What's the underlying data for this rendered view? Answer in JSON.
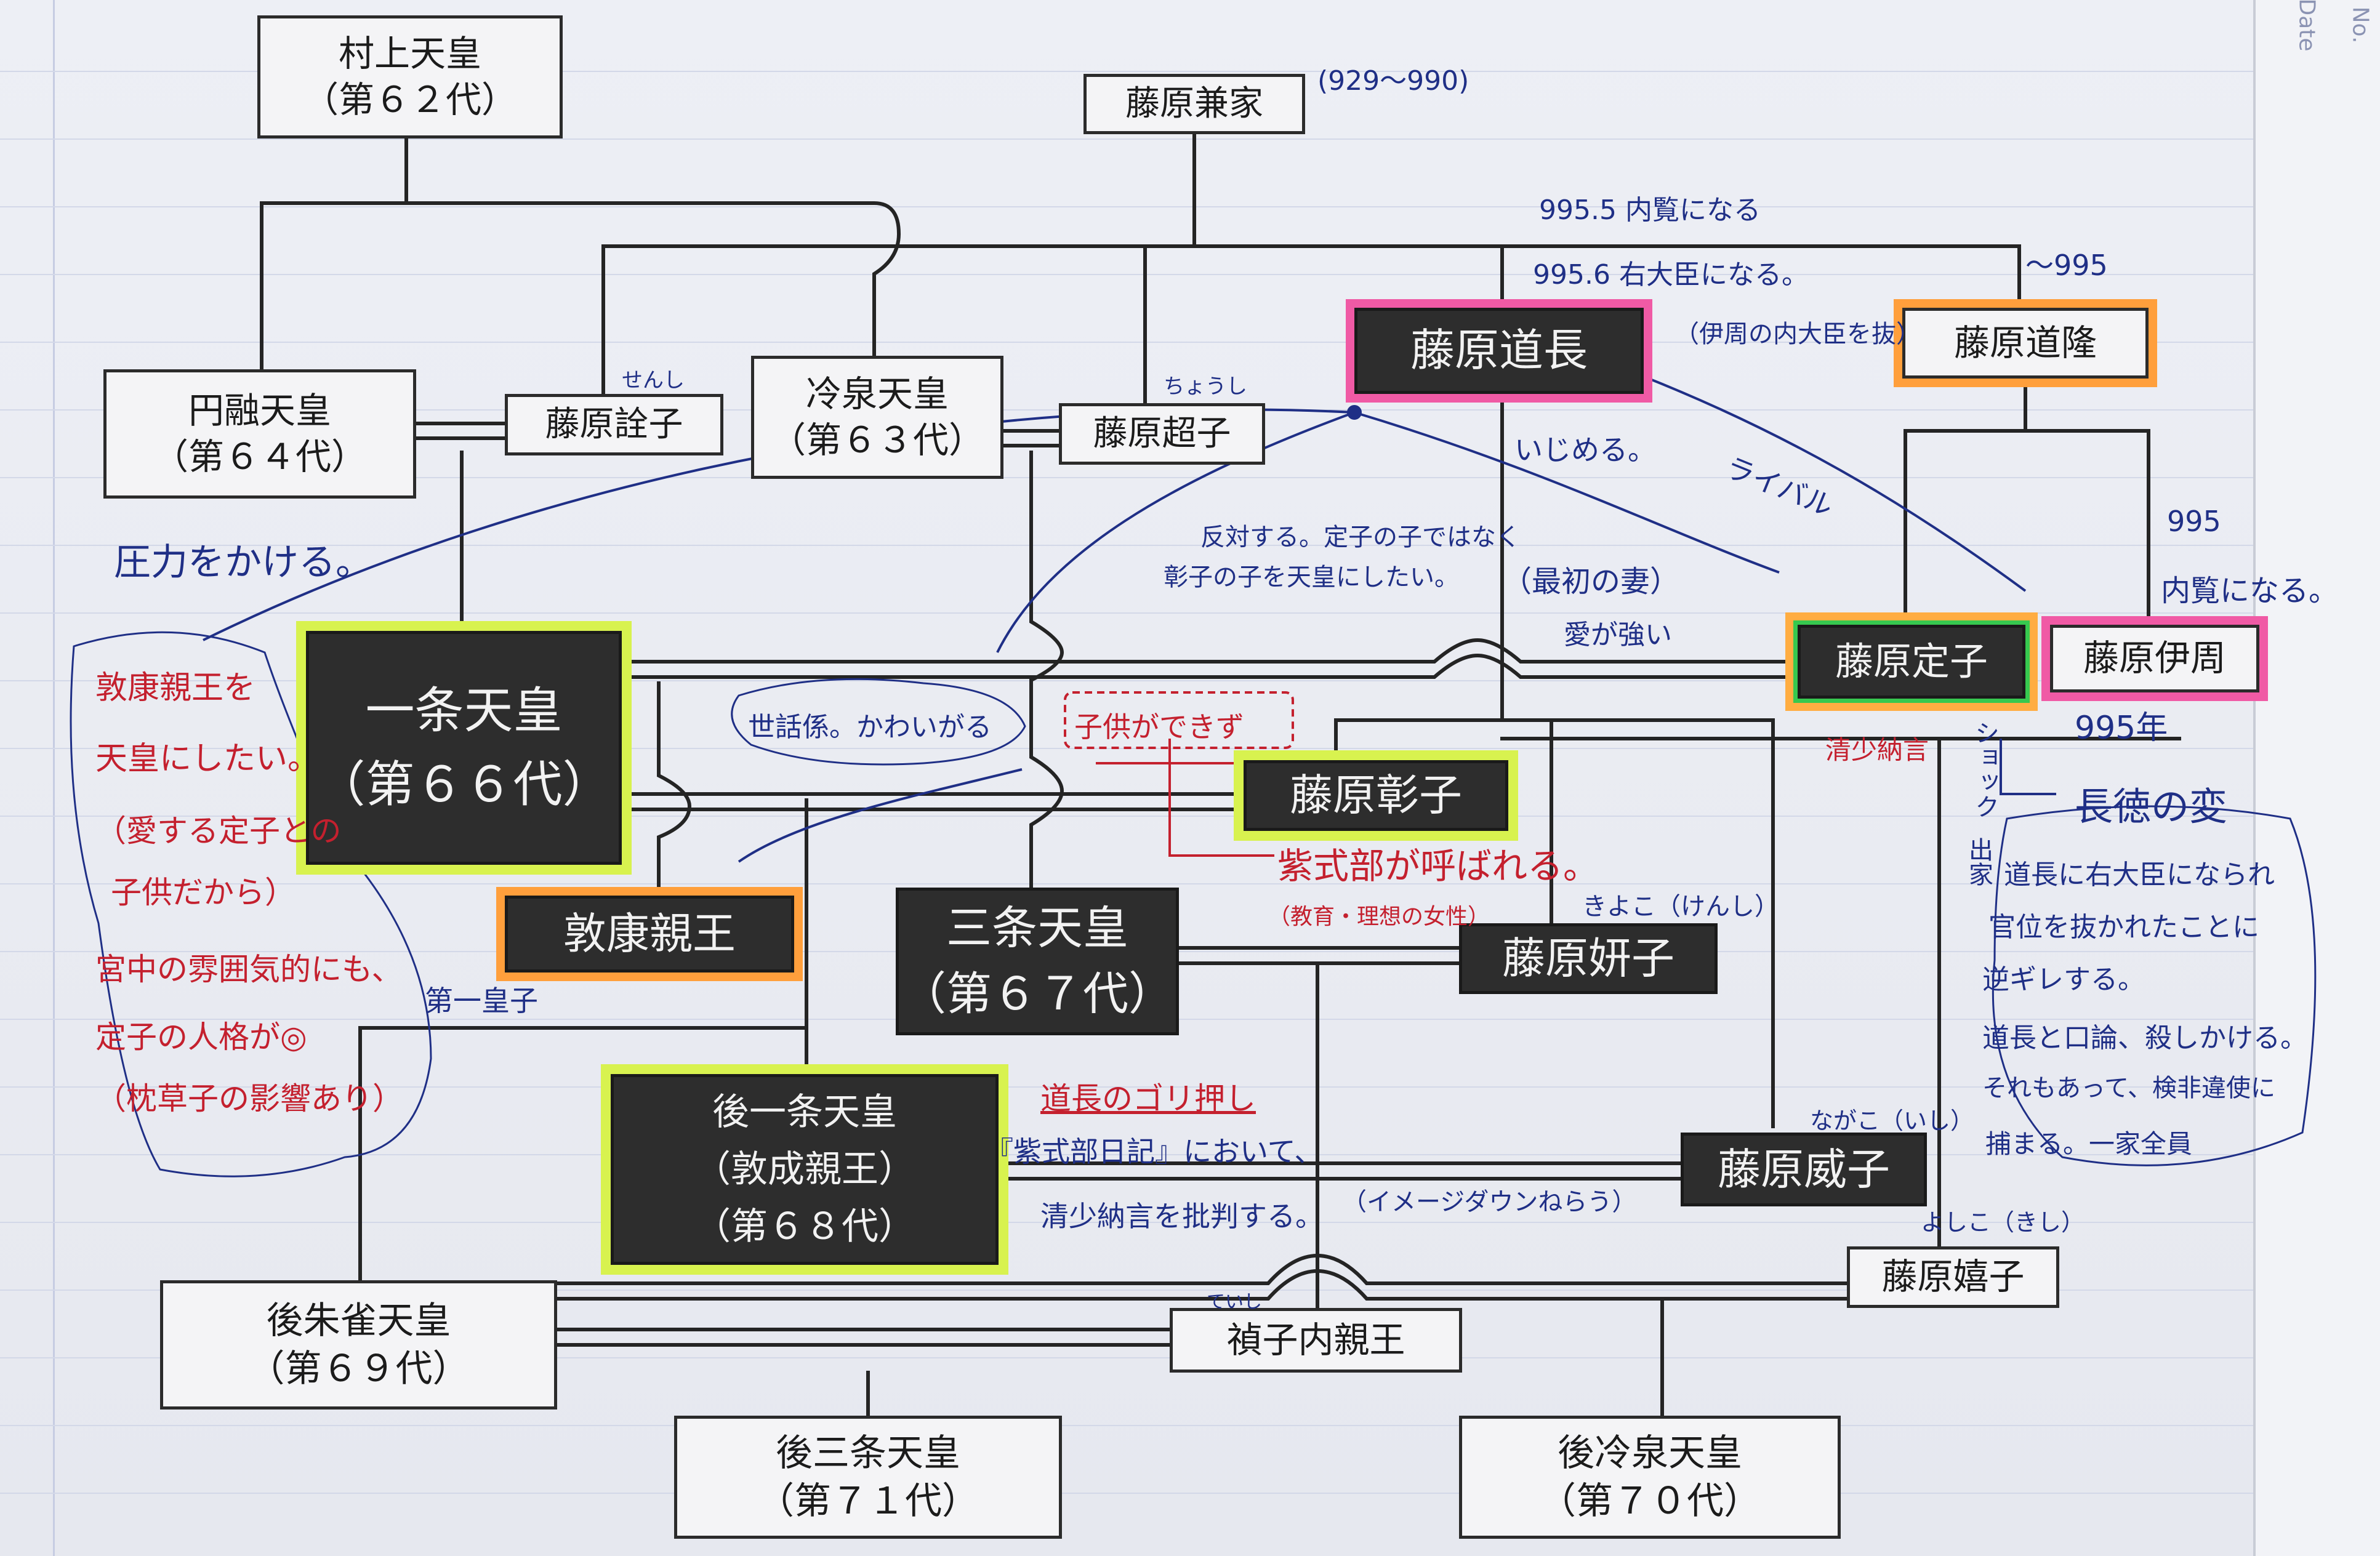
{
  "nodes": {
    "murakami": {
      "line1": "村上天皇",
      "line2": "（第６２代）"
    },
    "kaneie": {
      "line1": "藤原兼家"
    },
    "enyu": {
      "line1": "円融天皇",
      "line2": "（第６４代）"
    },
    "senshi": {
      "line1": "藤原詮子"
    },
    "reizei": {
      "line1": "冷泉天皇",
      "line2": "（第６３代）"
    },
    "choshi": {
      "line1": "藤原超子"
    },
    "michinaga": {
      "line1": "藤原道長"
    },
    "michitaka": {
      "line1": "藤原道隆"
    },
    "ichijo": {
      "line1": "一条天皇",
      "line2": "（第６６代）"
    },
    "teishi": {
      "line1": "藤原定子"
    },
    "korechika": {
      "line1": "藤原伊周"
    },
    "shoshi": {
      "line1": "藤原彰子"
    },
    "atsuyasu": {
      "line1": "敦康親王"
    },
    "sanjo": {
      "line1": "三条天皇",
      "line2": "（第６７代）"
    },
    "kenshi": {
      "line1": "藤原妍子"
    },
    "goichijo": {
      "line1": "後一条天皇",
      "line2": "（敦成親王）",
      "line3": "（第６８代）"
    },
    "ishi": {
      "line1": "藤原威子"
    },
    "gosuzaku": {
      "line1": "後朱雀天皇",
      "line2": "（第６９代）"
    },
    "kishi": {
      "line1": "藤原嬉子"
    },
    "teishi_naishinno": {
      "line1": "禎子内親王"
    },
    "gosanjo": {
      "line1": "後三条天皇",
      "line2": "（第７１代）"
    },
    "goreizei": {
      "line1": "後冷泉天皇",
      "line2": "（第７０代）"
    }
  },
  "annotations": {
    "kaneie_years": "(929〜990)",
    "naiken_995": "995.5 内覧になる",
    "udaijin_995": "995.6 右大臣になる。",
    "michitaka_year": "〜995",
    "korechika_rival_note": "（伊周の内大臣を抜）",
    "senshi_reading": "せんし",
    "choshi_reading": "ちょうし",
    "ijimeru": "いじめる。",
    "rival": "ライバル",
    "pressure": "圧力をかける。",
    "oppose_line1": "反対する。定子の子ではなく",
    "oppose_line2": "彰子の子を天皇にしたい。",
    "first_wife": "（最初の妻）",
    "strong_love": "愛が強い",
    "korechika_995": "995",
    "korechika_naiken": "内覧になる。",
    "year_995": "995年",
    "chotoku": "長徳の変",
    "sewagakari": "世話係。かわいがる",
    "hard_child": "子供ができず",
    "sei_shonagon": "清少納言",
    "shock_line1": "ショック",
    "shock_line2": "出家",
    "murasaki": "紫式部が呼ばれる。",
    "education": "（教育・理想の女性）",
    "kiyoko": "きよこ（けんし）",
    "atsuyasu_note_1": "敦康親王を",
    "atsuyasu_note_2": "天皇にしたい。",
    "atsuyasu_note_3": "（愛する定子との",
    "atsuyasu_note_4": "子供だから）",
    "atsuyasu_note_5": "宮中の雰囲気的にも、",
    "atsuyasu_note_6": "定子の人格が◎",
    "atsuyasu_note_7": "（枕草子の影響あり）",
    "first_prince": "第一皇子",
    "chotoku_note_1": "道長に右大臣になられ",
    "chotoku_note_2": "官位を抜かれたことに",
    "chotoku_note_3": "逆ギレする。",
    "chotoku_note_4": "道長と口論、殺しかける。",
    "chotoku_note_5": "それもあって、検非違使に",
    "chotoku_note_6": "捕まる。一家全員",
    "gori": "道長のゴリ押し",
    "murasaki_diary": "『紫式部日記』において、",
    "sei_criticism": "清少納言を批判する。",
    "image_down": "（イメージダウンねらう）",
    "nagako": "ながこ（いし）",
    "yoshiko": "よしこ（きし）",
    "teishi_reading": "ていし",
    "page_corner": "No.",
    "page_corner_date": "Date"
  },
  "colors": {
    "highlight_pink": "#f05aa5",
    "highlight_orange": "#ff9f3c",
    "highlight_yellow": "#d8f24f",
    "highlight_green": "#37c84f",
    "ink_blue": "#1f2f86",
    "ink_red": "#c4202e"
  }
}
